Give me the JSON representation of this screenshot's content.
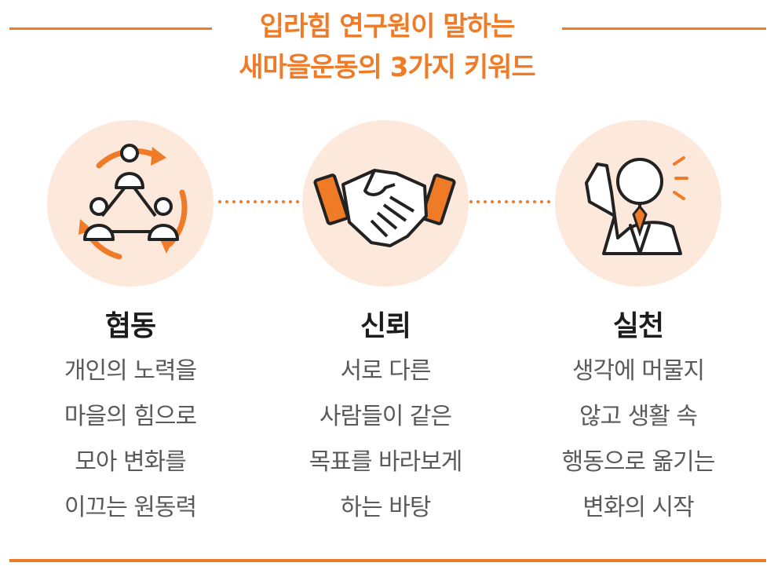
{
  "title": {
    "line1": "입라힘 연구원이 말하는",
    "line2": "새마을운동의 3가지 키워드"
  },
  "keywords": [
    {
      "icon": "cooperation-people-cycle-icon",
      "heading": "협동",
      "lines": [
        "개인의 노력을",
        "마을의 힘으로",
        "모아 변화를",
        "이끄는 원동력"
      ]
    },
    {
      "icon": "handshake-icon",
      "heading": "신뢰",
      "lines": [
        "서로 다른",
        "사람들이 같은",
        "목표를 바라보게",
        "하는 바탕"
      ]
    },
    {
      "icon": "raised-hand-person-icon",
      "heading": "실천",
      "lines": [
        "생각에 머물지",
        "않고 생활 속",
        "행동으로 옮기는",
        "변화의 시작"
      ]
    }
  ],
  "colors": {
    "accent": "#f07b26",
    "circle_bg": "#fde8dc",
    "heading": "#1c1c1c",
    "body": "#5a5a5a"
  }
}
